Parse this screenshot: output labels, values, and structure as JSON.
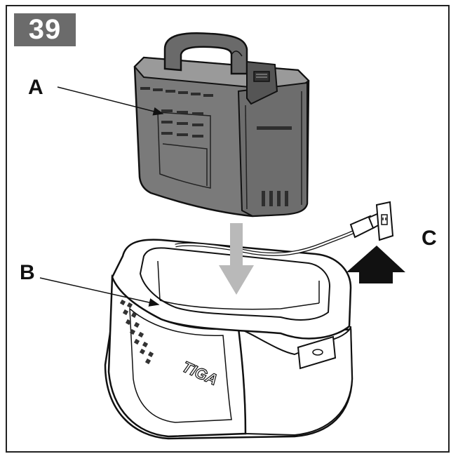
{
  "figure": {
    "step_number": "39",
    "callouts": {
      "a": "A",
      "b": "B",
      "c": "C"
    },
    "charger_logo": "TIGA",
    "icons": {
      "insert_arrow": "down-arrow-icon",
      "plug_in_arrow": "up-arrow-icon",
      "outlet": "wall-outlet-icon",
      "plug": "power-plug-icon"
    },
    "colors": {
      "badge": "#6b6b6b",
      "battery": "#777777",
      "insert_arrow": "#b9b9b9",
      "plug_in_arrow": "#111111"
    }
  }
}
